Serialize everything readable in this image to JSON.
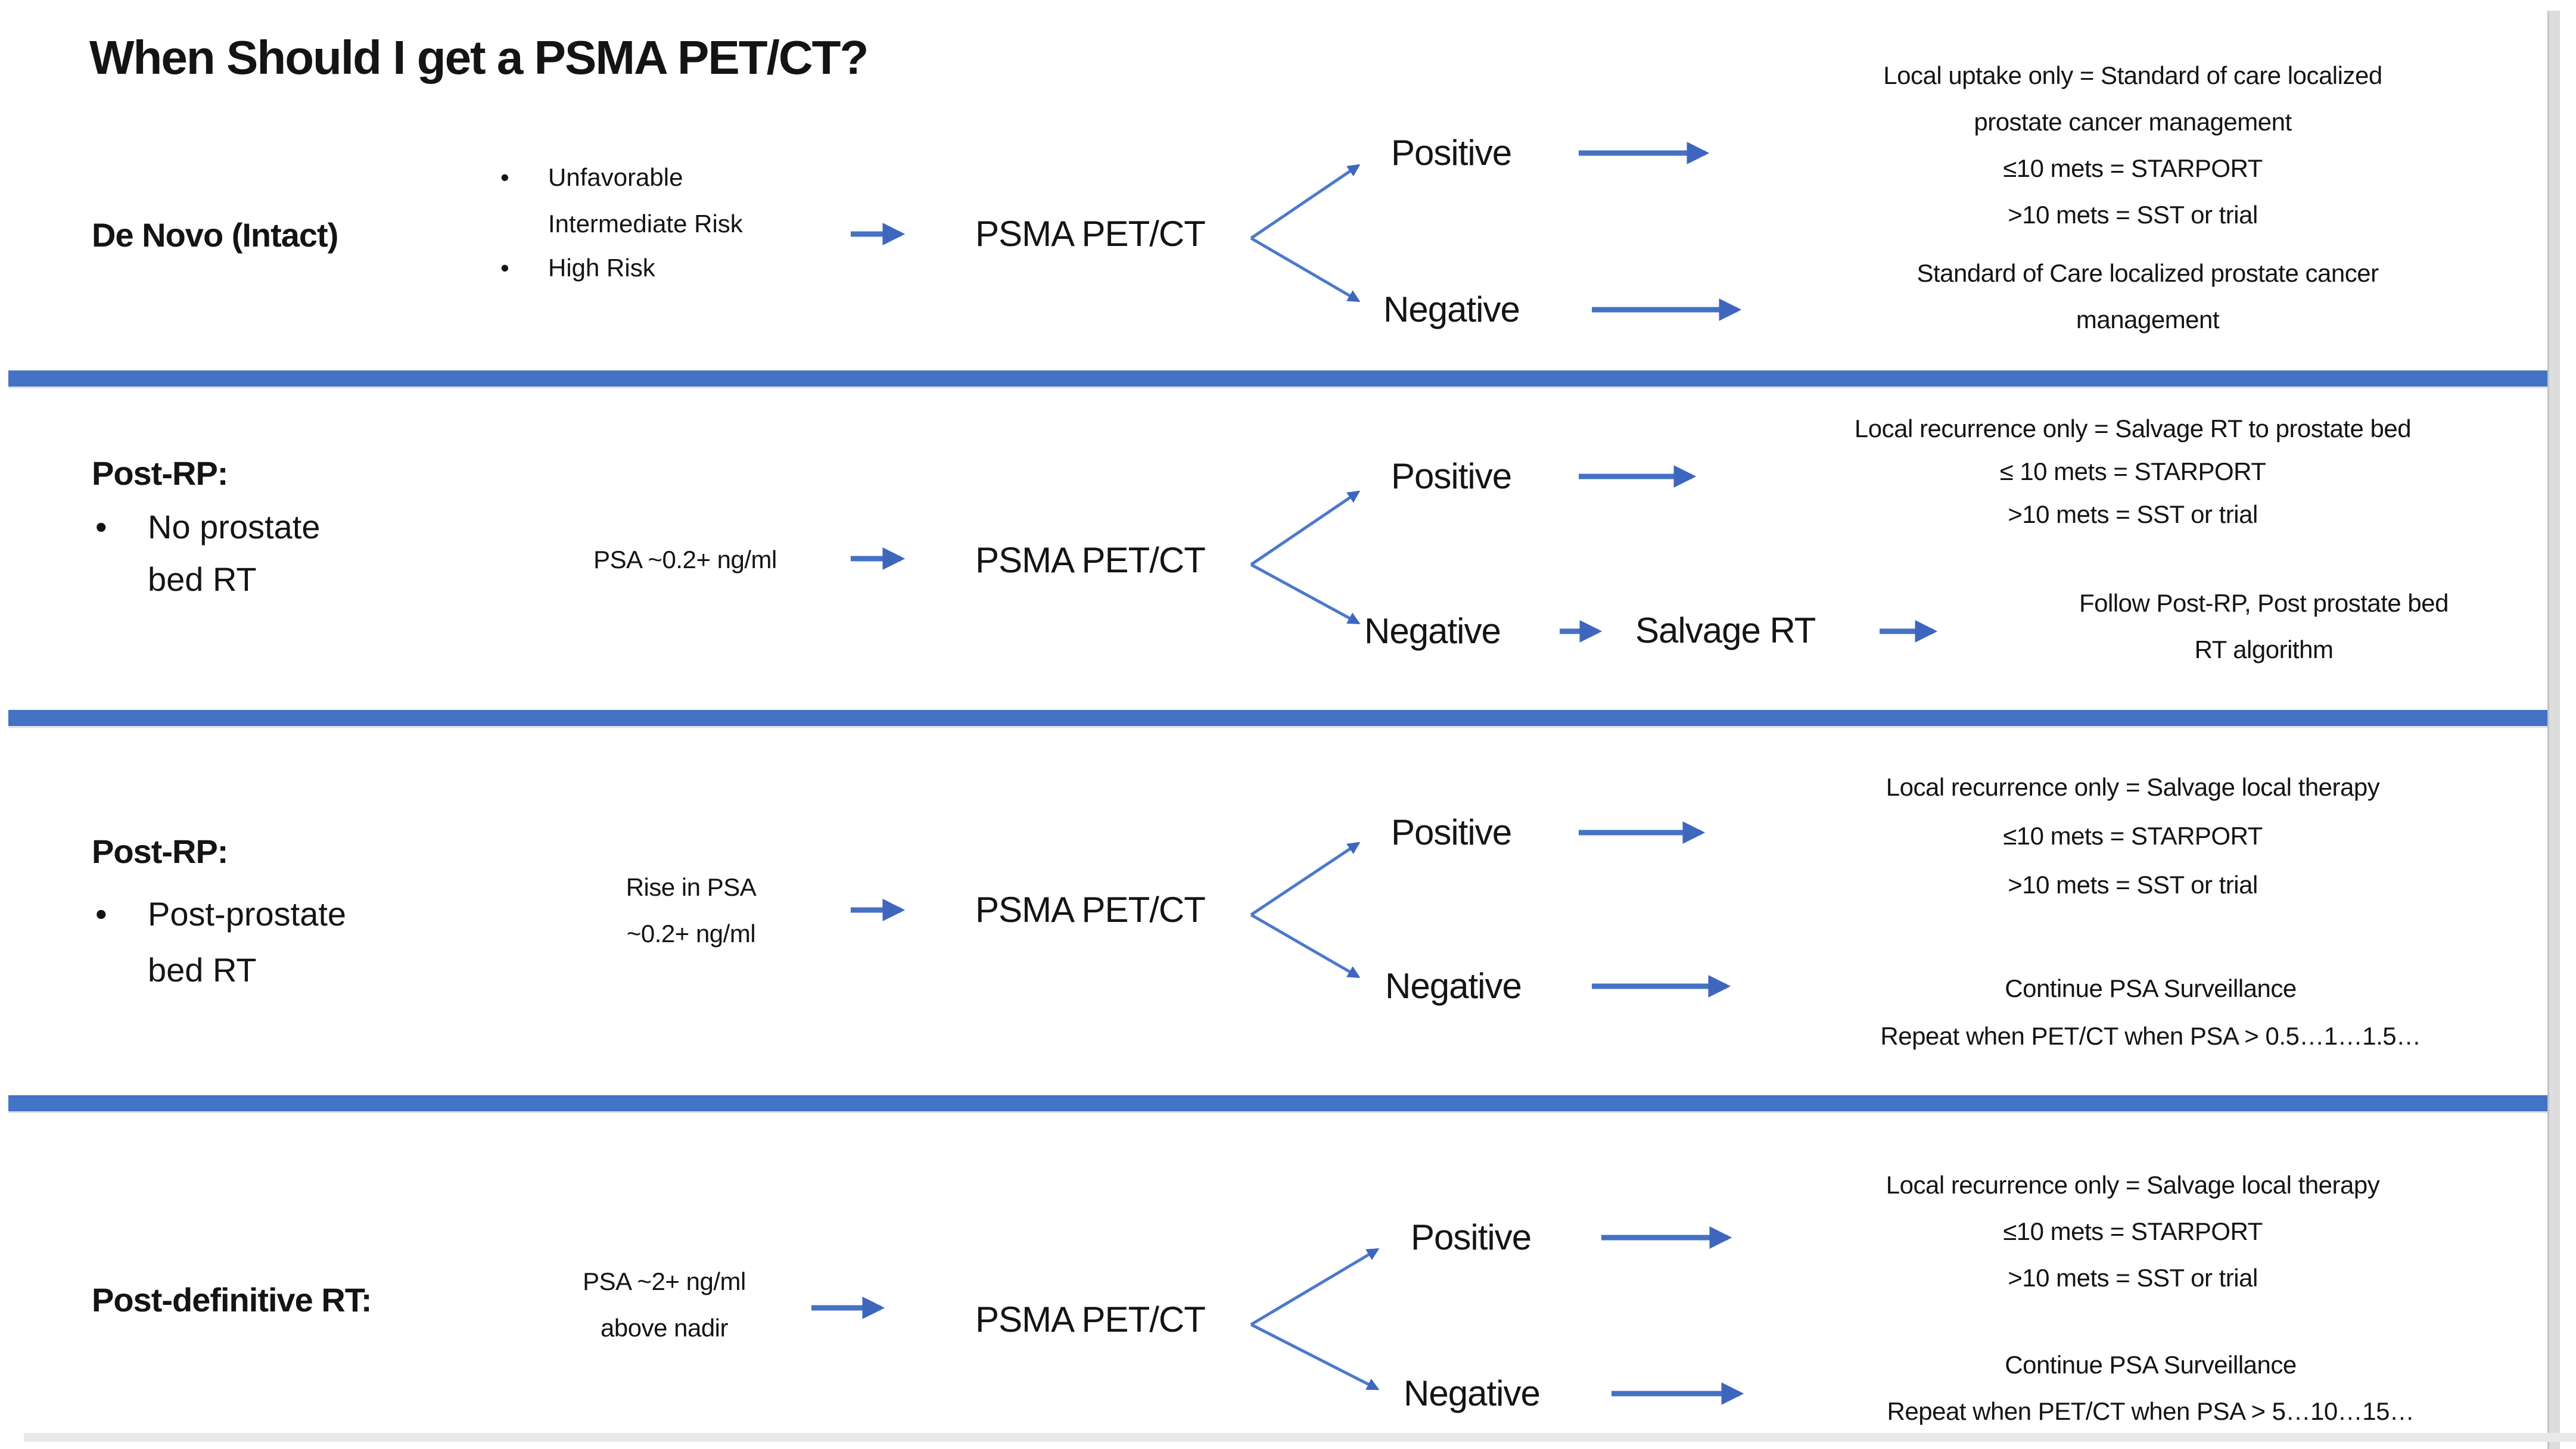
{
  "title": "When Should I get a PSMA PET/CT?",
  "bullet_char": "•",
  "colors": {
    "divider_blue": "#4472C4",
    "arrow_blue": "#4472C4",
    "text_black": "#141414",
    "edge_gray": "#dddddd"
  },
  "rows": [
    {
      "heading": "De Novo (Intact)",
      "bullet_lines": [
        "Unfavorable",
        "Intermediate Risk",
        "High Risk"
      ],
      "condition_lines": [],
      "node": "PSMA PET/CT",
      "positive_label": "Positive",
      "negative_label": "Negative",
      "positive_outcome_lines": [
        "Local uptake only = Standard of care localized",
        "prostate cancer management",
        "≤10 mets = STARPORT",
        ">10 mets = SST or trial"
      ],
      "negative_outcome_lines": [
        "Standard of Care localized prostate cancer",
        "management"
      ]
    },
    {
      "heading": "Post-RP:",
      "bullet_lines": [
        "No prostate",
        "bed RT"
      ],
      "condition_lines": [
        "PSA ~0.2+ ng/ml"
      ],
      "node": "PSMA PET/CT",
      "positive_label": "Positive",
      "negative_label": "Negative",
      "negative_step": "Salvage RT",
      "positive_outcome_lines": [
        "Local recurrence only = Salvage RT to prostate bed",
        "≤ 10 mets = STARPORT",
        ">10 mets = SST or trial"
      ],
      "negative_outcome_lines": [
        "Follow Post-RP, Post prostate bed",
        "RT algorithm"
      ]
    },
    {
      "heading": "Post-RP:",
      "bullet_lines": [
        "Post-prostate",
        "bed RT"
      ],
      "condition_lines": [
        "Rise in PSA",
        "~0.2+ ng/ml"
      ],
      "node": "PSMA PET/CT",
      "positive_label": "Positive",
      "negative_label": "Negative",
      "positive_outcome_lines": [
        "Local recurrence only = Salvage local therapy",
        "≤10 mets = STARPORT",
        ">10 mets = SST or trial"
      ],
      "negative_outcome_lines": [
        "Continue PSA Surveillance",
        "Repeat when PET/CT when PSA > 0.5…1…1.5…"
      ]
    },
    {
      "heading": "Post-definitive RT:",
      "bullet_lines": [],
      "condition_lines": [
        "PSA ~2+ ng/ml",
        "above nadir"
      ],
      "node": "PSMA PET/CT",
      "positive_label": "Positive",
      "negative_label": "Negative",
      "positive_outcome_lines": [
        "Local recurrence only = Salvage local therapy",
        "≤10 mets = STARPORT",
        ">10 mets = SST or trial"
      ],
      "negative_outcome_lines": [
        "Continue PSA Surveillance",
        "Repeat when PET/CT when PSA > 5…10…15…"
      ]
    }
  ]
}
